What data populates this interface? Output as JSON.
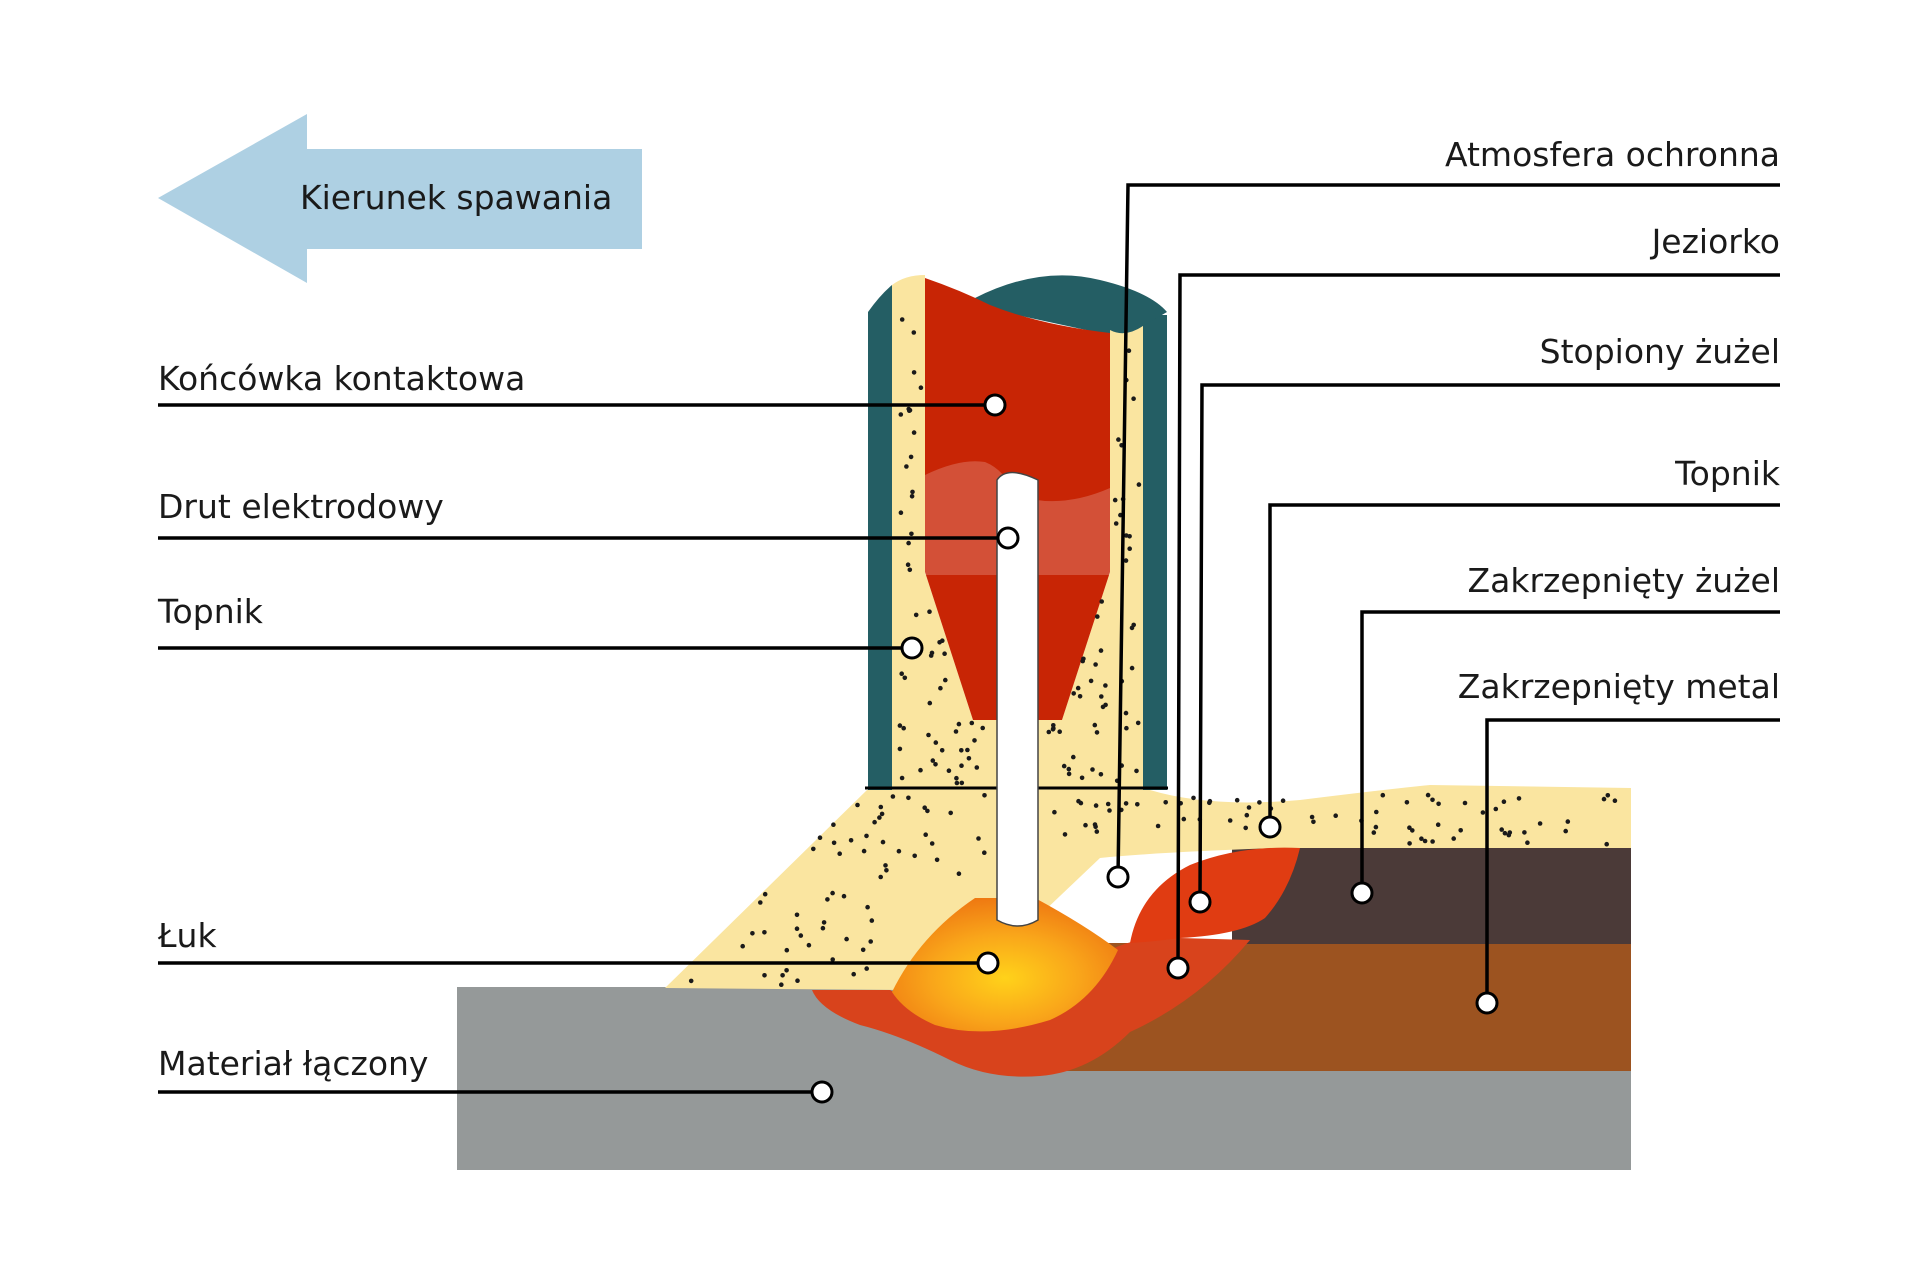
{
  "direction_label": "Kierunek spawania",
  "labels_left": {
    "contact_tip": "Końcówka kontaktowa",
    "electrode_wire": "Drut elektrodowy",
    "flux": "Topnik",
    "arc": "Łuk",
    "base_material": "Materiał łączony"
  },
  "labels_right": {
    "shielding_atmosphere": "Atmosfera ochronna",
    "weld_pool": "Jeziorko",
    "molten_slag": "Stopiony żużel",
    "flux": "Topnik",
    "solidified_slag": "Zakrzepnięty żużel",
    "solidified_metal": "Zakrzepnięty metal"
  },
  "colors": {
    "arrow": "#aed0e3",
    "nozzle": "#245e64",
    "contact_tip": "#c82505",
    "flux": "#fae5a0",
    "wire": "#ffffff",
    "arc_center": "#ffd21a",
    "arc_edge": "#ef7a12",
    "molten_slag": "#e03c12",
    "weld_pool": "#d8431c",
    "solidified_slag": "#4b3a38",
    "solidified_metal": "#9c5320",
    "base_material": "#959999"
  }
}
